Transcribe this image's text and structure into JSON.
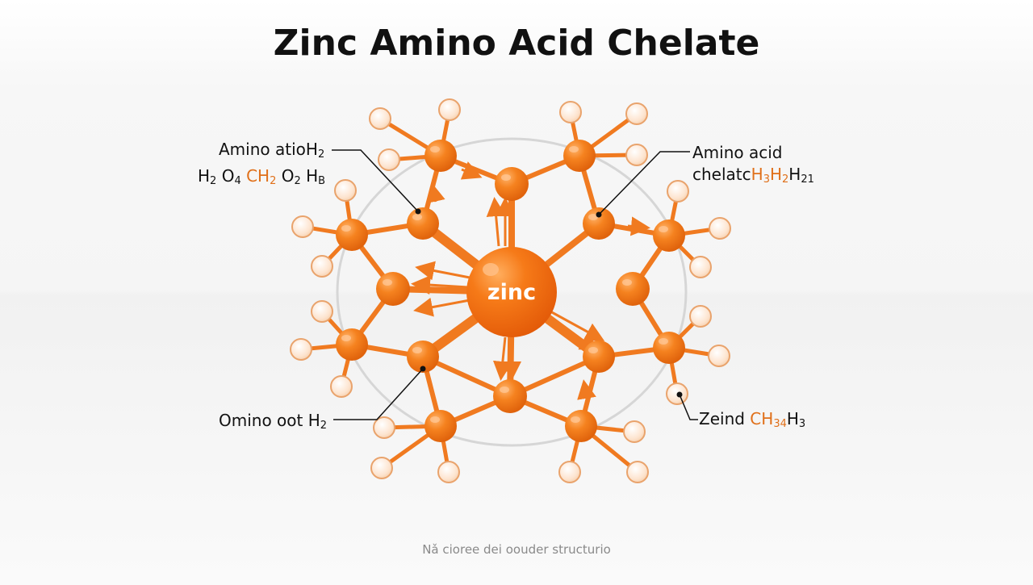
{
  "title": "Zinc Amino Acid Chelate",
  "center_label": "zinc",
  "labels": {
    "top_left": {
      "line1": {
        "text": "Amino atio",
        "h": "H",
        "h_sub": "2"
      },
      "line2": {
        "a": "H",
        "a_sub": "2",
        "b": "O",
        "b_sub": "4",
        "c": "CH",
        "c_sub": "2",
        "d": "O",
        "d_sub": "2",
        "e": "H",
        "e_sub": "B"
      }
    },
    "top_right": {
      "line1": "Amino acid",
      "line2": {
        "text": "chelatc",
        "a": "H",
        "a_sub": "3",
        "b": "H",
        "b_sub": "2",
        "c": "H",
        "c_sub": "21"
      }
    },
    "bottom_left": {
      "text": "Omino oot H",
      "sub": "2"
    },
    "bottom_right": {
      "text": "Zeind ",
      "hl": "CH",
      "hl_sub": "34",
      "tail": "H",
      "tail_sub": "3"
    }
  },
  "caption": "Nǎ cioree dei oouder structurio",
  "colors": {
    "accent": "#f07a20",
    "accent_dark": "#d9600f",
    "hydrogen_fill": "#fde8d6",
    "ring": "#d6d6d6"
  }
}
